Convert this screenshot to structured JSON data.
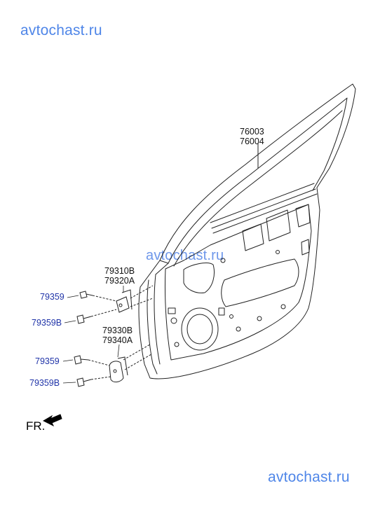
{
  "watermarks": {
    "top": "avtochast.ru",
    "middle": "avtochast.ru",
    "bottom": "avtochast.ru"
  },
  "parts": {
    "door_panel": [
      "76003",
      "76004"
    ],
    "upper_hinge": [
      "79310B",
      "79320A"
    ],
    "lower_hinge": [
      "79330B",
      "79340A"
    ],
    "bolt_upper_1": "79359",
    "bolt_upper_2": "79359B",
    "bolt_lower_1": "79359",
    "bolt_lower_2": "79359B"
  },
  "direction_label": "FR.",
  "colors": {
    "watermark": "#4f86e8",
    "index_label": "#1f33a8",
    "line": "#222222"
  }
}
